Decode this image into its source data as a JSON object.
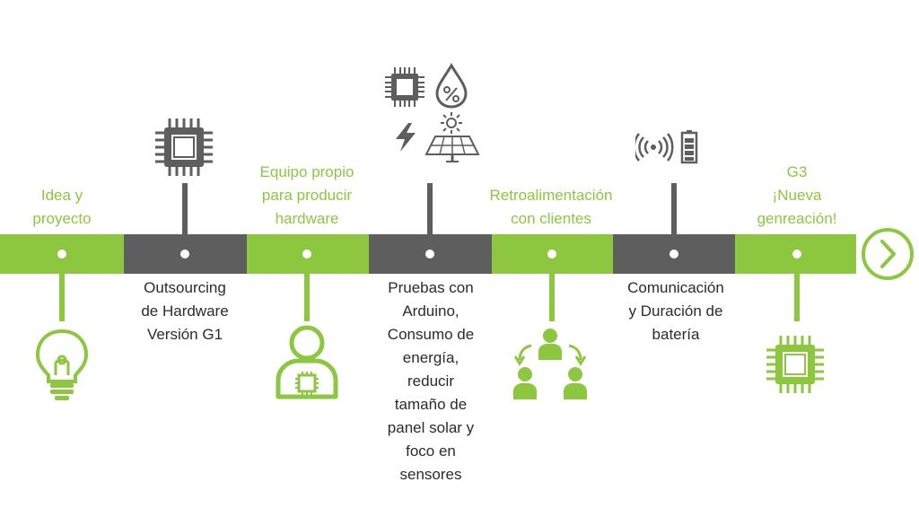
{
  "stages": [
    {
      "label": "Idea y\nproyecto",
      "icon": "lightbulb-icon"
    },
    {
      "label": "Outsourcing\nde Hardware\nVersión G1",
      "icon": "microchip-icon"
    },
    {
      "label": "Equipo propio\npara producir\nhardware",
      "icon": "person-chip-icon"
    },
    {
      "label": "Pruebas con\nArduino,\nConsumo de\nenergía,\nreducir\ntamaño de\npanel solar y\nfoco en\nsensores",
      "icon": "chip-humidity-energy-solar-icons"
    },
    {
      "label": "Retroalimentación\ncon clientes",
      "icon": "team-feedback-icon"
    },
    {
      "label": "Comunicación\ny Duración de\nbatería",
      "icon": "signal-battery-icon"
    },
    {
      "label": "G3\n¡Nueva\ngenreación!",
      "icon": "microchip-icon"
    }
  ],
  "colors": {
    "green": "#8dc63f",
    "gray": "#5e5e5e",
    "text": "#2b2b2b"
  },
  "next_icon": "chevron-right-circle-icon"
}
